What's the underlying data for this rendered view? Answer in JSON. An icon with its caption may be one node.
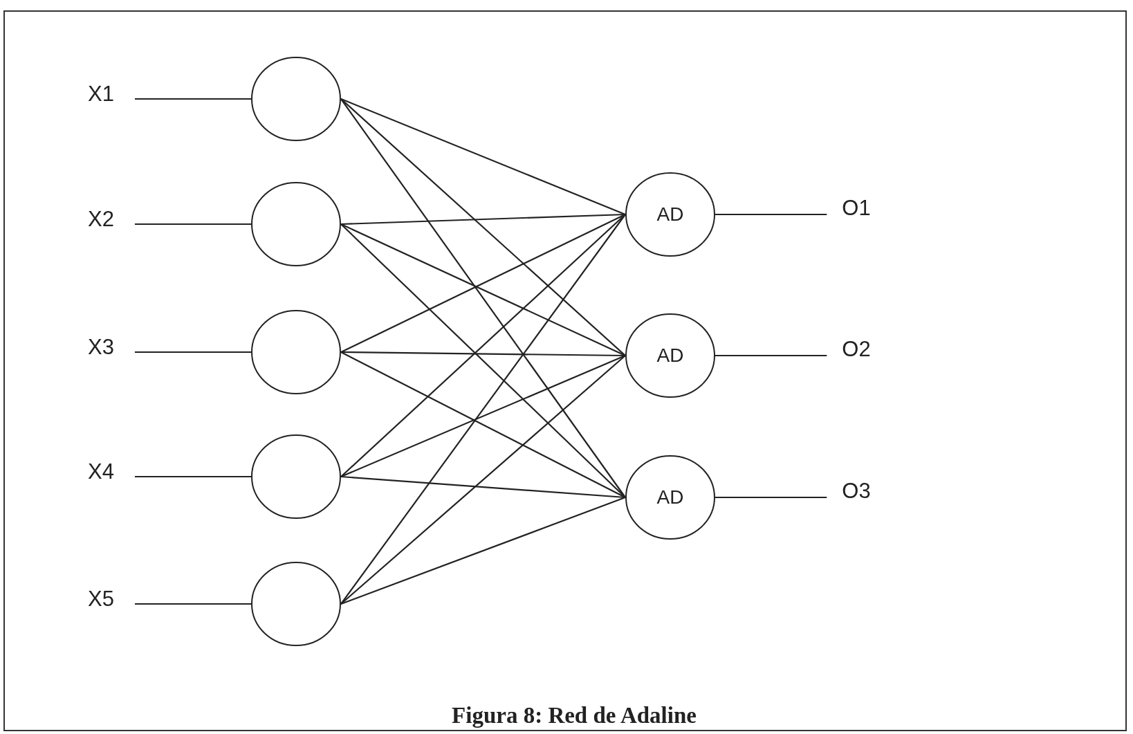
{
  "diagram": {
    "caption": "Figura 8: Red de Adaline",
    "nodes": [
      {
        "text": [
          "X1"
        ]
      },
      {
        "text": [
          "X2"
        ]
      },
      {
        "text": [
          "X3"
        ]
      },
      {
        "text": [
          "X4"
        ]
      },
      {
        "text": [
          "X5"
        ]
      },
      {
        "text": [],
        "shape": "circle"
      },
      {
        "text": [],
        "shape": "circle"
      },
      {
        "text": [],
        "shape": "circle"
      },
      {
        "text": [],
        "shape": "circle"
      },
      {
        "text": [],
        "shape": "circle"
      },
      {
        "text": [
          "AD"
        ]
      },
      {
        "text": [
          "AD"
        ]
      },
      {
        "text": [
          "AD"
        ]
      },
      {
        "text": [
          "O1"
        ]
      },
      {
        "text": [
          "O2"
        ]
      },
      {
        "text": [
          "O3"
        ]
      }
    ],
    "edges": [
      {
        "from": 0,
        "to": 5,
        "arrow": "none"
      },
      {
        "from": 1,
        "to": 6,
        "arrow": "none"
      },
      {
        "from": 2,
        "to": 7,
        "arrow": "none"
      },
      {
        "from": 3,
        "to": 8,
        "arrow": "none"
      },
      {
        "from": 4,
        "to": 9,
        "arrow": "none"
      },
      {
        "from": 5,
        "to": 10,
        "arrow": "none"
      },
      {
        "from": 5,
        "to": 11,
        "arrow": "none"
      },
      {
        "from": 5,
        "to": 12,
        "arrow": "none"
      },
      {
        "from": 6,
        "to": 10,
        "arrow": "none"
      },
      {
        "from": 6,
        "to": 11,
        "arrow": "none"
      },
      {
        "from": 6,
        "to": 12,
        "arrow": "none"
      },
      {
        "from": 7,
        "to": 10,
        "arrow": "none"
      },
      {
        "from": 7,
        "to": 11,
        "arrow": "none"
      },
      {
        "from": 7,
        "to": 12,
        "arrow": "none"
      },
      {
        "from": 8,
        "to": 10,
        "arrow": "none"
      },
      {
        "from": 8,
        "to": 11,
        "arrow": "none"
      },
      {
        "from": 8,
        "to": 12,
        "arrow": "none"
      },
      {
        "from": 9,
        "to": 10,
        "arrow": "none"
      },
      {
        "from": 9,
        "to": 11,
        "arrow": "none"
      },
      {
        "from": 9,
        "to": 12,
        "arrow": "none"
      },
      {
        "from": 10,
        "to": 13,
        "arrow": "none"
      },
      {
        "from": 11,
        "to": 14,
        "arrow": "none"
      },
      {
        "from": 12,
        "to": 15,
        "arrow": "none"
      }
    ]
  }
}
